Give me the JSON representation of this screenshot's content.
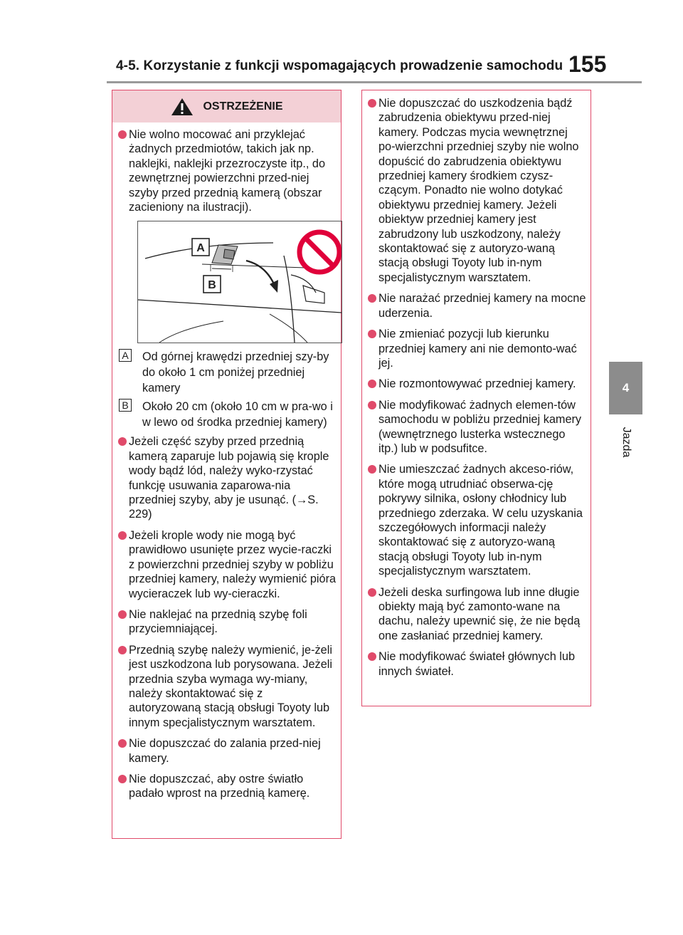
{
  "header": {
    "title": "4-5. Korzystanie z funkcji wspomagających prowadzenie samochodu",
    "page_number": "155"
  },
  "side_tab": {
    "number": "4",
    "label": "Jazda"
  },
  "warning": {
    "heading": "OSTRZEŻENIE"
  },
  "figure": {
    "label_a": "A",
    "label_b": "B"
  },
  "left_items": [
    "Nie wolno mocować ani przyklejać żadnych przedmiotów, takich jak np. naklejki, naklejki przezroczyste itp., do zewnętrznej powierzchni przed-niej szyby przed przednią kamerą (obszar zacieniony na ilustracji)."
  ],
  "definitions": [
    {
      "letter": "A",
      "text": "Od górnej krawędzi przedniej szy-by do około 1 cm poniżej przedniej kamery"
    },
    {
      "letter": "B",
      "text": "Około 20 cm (około 10 cm w pra-wo i w lewo od środka przedniej kamery)"
    }
  ],
  "left_items_after": [
    "Jeżeli część szyby przed przednią kamerą zaparuje lub pojawią się krople wody bądź lód, należy wyko-rzystać funkcję usuwania zaparowa-nia przedniej szyby, aby je usunąć. (→S. 229)",
    "Jeżeli krople wody nie mogą być prawidłowo usunięte przez wycie-raczki z powierzchni przedniej szyby w pobliżu przedniej kamery, należy wymienić pióra wycieraczek lub wy-cieraczki.",
    "Nie naklejać na przednią szybę foli przyciemniającej.",
    "Przednią szybę należy wymienić, je-żeli jest uszkodzona lub porysowana. Jeżeli przednia szyba wymaga wy-miany, należy skontaktować się z autoryzowaną stacją obsługi Toyoty lub innym specjalistycznym warsztatem.",
    "Nie dopuszczać do zalania przed-niej kamery.",
    "Nie dopuszczać, aby ostre światło padało wprost na przednią kamerę."
  ],
  "right_items": [
    "Nie dopuszczać do uszkodzenia bądź zabrudzenia obiektywu przed-niej kamery. Podczas mycia wewnętrznej po-wierzchni przedniej szyby nie wolno dopuścić do zabrudzenia obiektywu przedniej kamery środkiem czysz-czącym. Ponadto nie wolno dotykać obiektywu przedniej kamery. Jeżeli obiektyw przedniej kamery jest zabrudzony lub uszkodzony, należy skontaktować się z autoryzo-waną stacją obsługi Toyoty lub in-nym specjalistycznym warsztatem.",
    "Nie narażać przedniej kamery na mocne uderzenia.",
    "Nie zmieniać pozycji lub kierunku przedniej kamery ani nie demonto-wać jej.",
    "Nie rozmontowywać przedniej kamery.",
    "Nie modyfikować żadnych elemen-tów samochodu w pobliżu przedniej kamery (wewnętrznego lusterka wstecznego itp.) lub w podsufitce.",
    "Nie umieszczać żadnych akceso-riów, które mogą utrudniać obserwa-cję pokrywy silnika, osłony chłodnicy lub przedniego zderzaka. W celu uzyskania szczegółowych informacji należy skontaktować się z autoryzo-waną stacją obsługi Toyoty lub in-nym specjalistycznym warsztatem.",
    "Jeżeli deska surfingowa lub inne długie obiekty mają być zamonto-wane na dachu, należy upewnić się, że nie będą one zasłaniać przedniej kamery.",
    "Nie modyfikować świateł głównych lub innych świateł."
  ],
  "colors": {
    "accent": "#e04a6a",
    "warning_fill": "#f3d0d6",
    "tab_gray": "#8c8c8c"
  }
}
